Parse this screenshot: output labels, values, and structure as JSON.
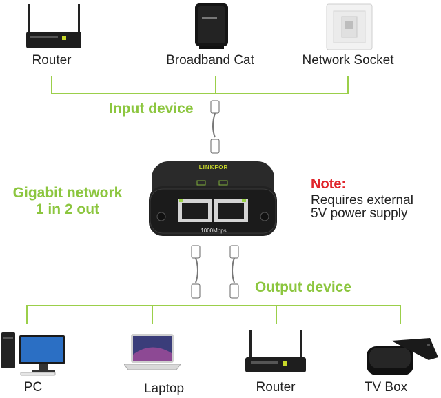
{
  "inputs": [
    {
      "label": "Router",
      "icon": "wifi-router-icon"
    },
    {
      "label": "Broadband Cat",
      "icon": "modem-icon"
    },
    {
      "label": "Network Socket",
      "icon": "wall-socket-icon"
    }
  ],
  "input_title": "Input device",
  "splitter": {
    "brand": "LINKFOR",
    "speed": "1000Mbps"
  },
  "left_caption": {
    "line1": "Gigabit network",
    "line2": "1 in 2 out"
  },
  "note": {
    "title": "Note:",
    "line1": "Requires external",
    "line2": "5V power supply"
  },
  "output_title": "Output device",
  "outputs": [
    {
      "label": "PC",
      "icon": "desktop-pc-icon"
    },
    {
      "label": "Laptop",
      "icon": "laptop-icon"
    },
    {
      "label": "Router",
      "icon": "wifi-router-icon"
    },
    {
      "label": "TV Box",
      "icon": "tv-box-icon"
    }
  ],
  "colors": {
    "accent": "#8cc63f",
    "note": "#e0252b",
    "device": "#2b2b2b"
  }
}
